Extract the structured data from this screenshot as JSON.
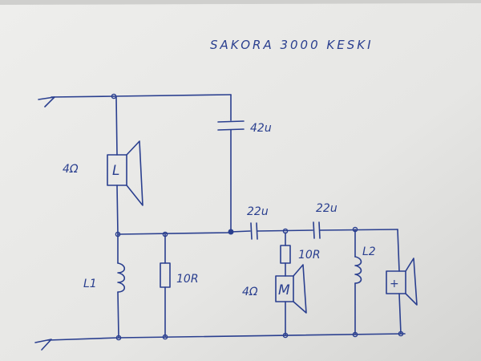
{
  "title": "SAKORA 3000 KESKI",
  "components": {
    "cap_top": "42u",
    "cap_mid1": "22u",
    "cap_mid2": "22u",
    "res1": "10R",
    "res2": "10R",
    "woofer_imp": "4Ω",
    "woofer_mark": "L",
    "mid_imp": "4Ω",
    "mid_mark": "M",
    "tweeter_mark": "+",
    "ind1": "L1",
    "ind2": "L2"
  }
}
